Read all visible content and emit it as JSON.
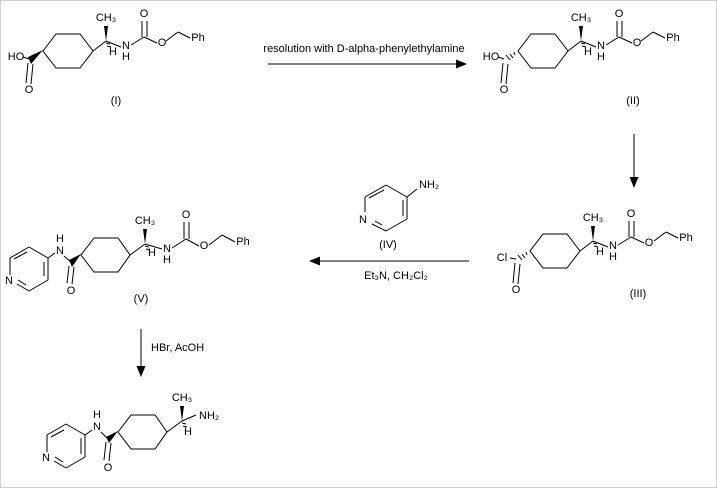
{
  "background": "#ffffff",
  "ink": "#000000",
  "steps": {
    "step1": "resolution with D-alpha-phenylethylamine",
    "step2": "Et₃N, CH₂Cl₂",
    "step3": "HBr, AcOH"
  },
  "structures": {
    "I": {
      "id": "(I)",
      "HO": "HO",
      "O_acid": "O",
      "CH3": "CH₃",
      "H": "H",
      "N": "N",
      "NH": "H",
      "O_top": "O",
      "O_ester": "O",
      "Ph": "Ph"
    },
    "II": {
      "id": "(II)",
      "HO": "HO",
      "O_acid": "O",
      "CH3": "CH₃",
      "H": "H",
      "N": "N",
      "NH": "H",
      "O_top": "O",
      "O_ester": "O",
      "Ph": "Ph"
    },
    "III": {
      "id": "(III)",
      "Cl": "Cl",
      "O_acid": "O",
      "CH3": "CH₃",
      "H": "H",
      "N": "N",
      "NH": "H",
      "O_top": "O",
      "O_ester": "O",
      "Ph": "Ph"
    },
    "IV": {
      "id": "(IV)",
      "N": "N",
      "NH2": "NH₂"
    },
    "V": {
      "id": "(V)",
      "N_py": "N",
      "H_amide": "H",
      "N_amide": "N",
      "O_amide": "O",
      "CH3": "CH₃",
      "H": "H",
      "N": "N",
      "NH": "H",
      "O_top": "O",
      "O_ester": "O",
      "Ph": "Ph"
    },
    "product": {
      "N_py": "N",
      "H_amide": "H",
      "N_amide": "N",
      "O_amide": "O",
      "CH3": "CH₃",
      "H": "H",
      "NH2": "NH₂"
    }
  }
}
